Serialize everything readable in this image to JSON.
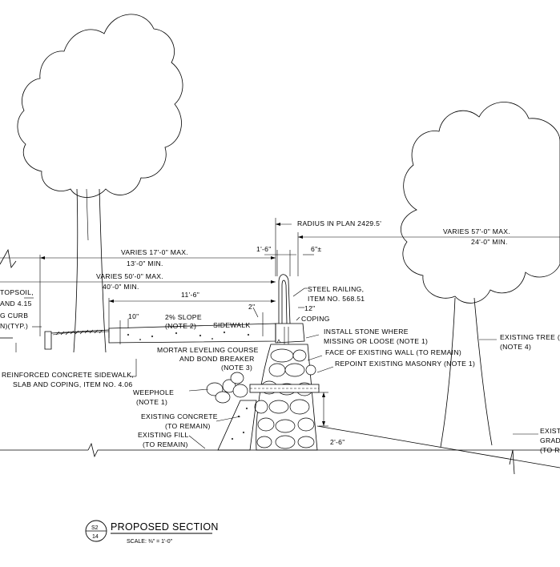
{
  "labels": {
    "radius": "RADIUS IN PLAN 2429.5'",
    "varies57": "VARIES 57'-0\" MAX.",
    "min24": "24'-0\" MIN.",
    "dim_1_6": "1'-6\"",
    "dim_6": "6\"±",
    "varies17": "VARIES 17'-0\" MAX.",
    "min13": "13'-0\" MIN.",
    "varies50": "VARIES 50'-0\" MAX.",
    "min40": "40'-0\" MIN.",
    "dim_11_6": "11'-6\"",
    "dim_2": "2\"",
    "dim_10": "10\"",
    "slope": "2% SLOPE",
    "note2": "(NOTE 2)",
    "sidewalk": "SIDEWALK",
    "steel_railing_1": "STEEL RAILING,",
    "steel_railing_2": "ITEM NO. 568.51",
    "dim_12": "12\"",
    "coping": "COPING",
    "install_stone_1": "INSTALL STONE WHERE",
    "install_stone_2": "MISSING OR LOOSE (NOTE 1)",
    "face_wall": "FACE OF EXISTING WALL (TO REMAIN)",
    "repoint": "REPOINT EXISTING MASONRY (NOTE 1)",
    "mortar_1": "MORTAR LEVELING COURSE",
    "mortar_2": "AND BOND BREAKER",
    "mortar_3": "(NOTE 3)",
    "topsoil_1": "TOPSOIL,",
    "topsoil_2": "AND 4.15",
    "curb_1": "G CURB",
    "curb_2": "N)(TYP.)",
    "rc_1": "REINFORCED CONCRETE SIDEWALK,",
    "rc_2": "SLAB AND COPING, ITEM NO. 4.06",
    "weephole_1": "WEEPHOLE",
    "weephole_2": "(NOTE 1)",
    "ex_concrete_1": "EXISTING CONCRETE",
    "ex_concrete_2": "(TO REMAIN)",
    "ex_fill_1": "EXISTING FILL",
    "ex_fill_2": "(TO REMAIN)",
    "dim_2_6": "2'-6\"",
    "ex_tree_1": "EXISTING TREE (",
    "ex_tree_2": "(NOTE 4)",
    "ex_grade_1": "EXISTI",
    "ex_grade_2": "GRADE",
    "ex_grade_3": "(TO R"
  },
  "title_block": {
    "sheet_top": "S2",
    "sheet_bottom": "14",
    "title": "PROPOSED SECTION",
    "scale": "SCALE: ⅜\" = 1'-0\""
  }
}
